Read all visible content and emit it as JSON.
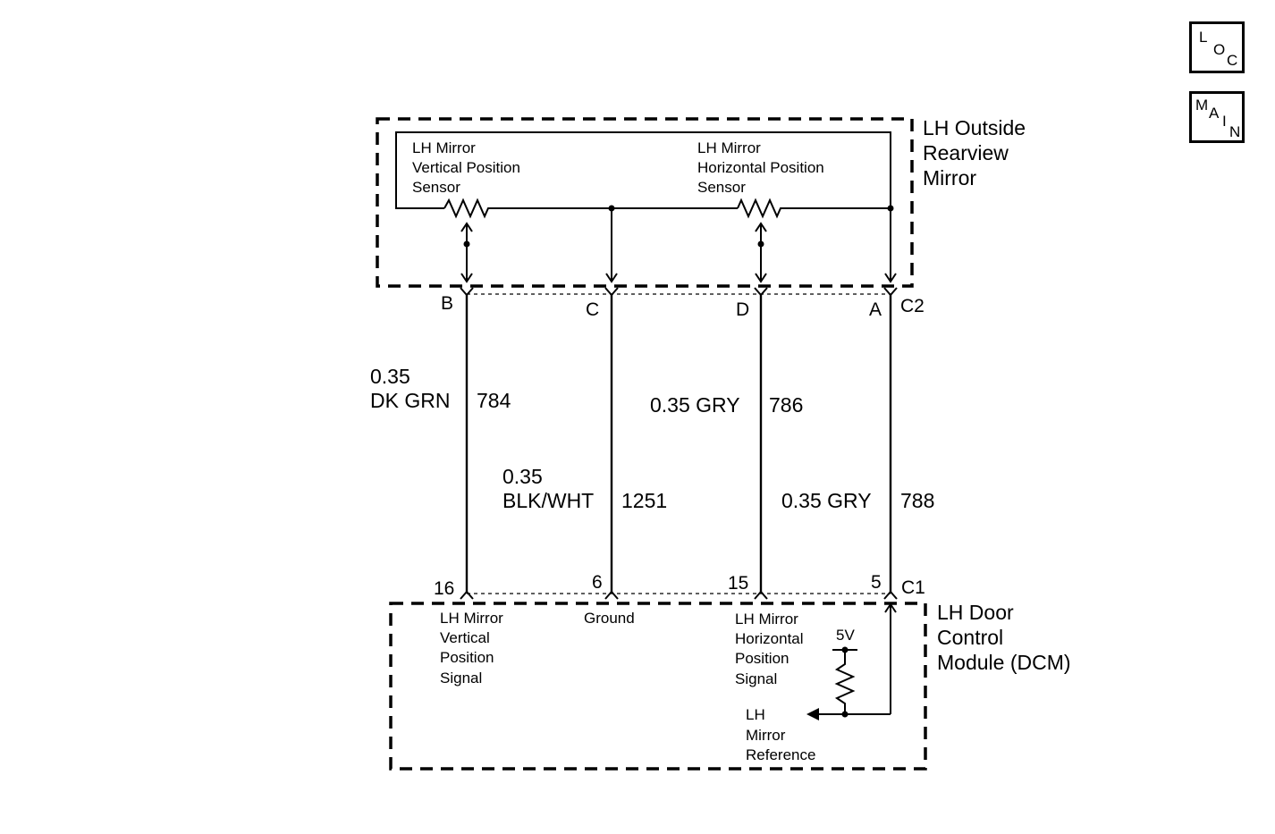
{
  "nav": {
    "loc": {
      "l1": "L",
      "l2": "O",
      "l3": "C"
    },
    "main": {
      "l1": "M",
      "l2": "A",
      "l3": "I",
      "l4": "N"
    }
  },
  "mirror": {
    "title": [
      "LH Outside",
      "Rearview",
      "Mirror"
    ],
    "vertical_sensor": [
      "LH Mirror",
      "Vertical Position",
      "Sensor"
    ],
    "horizontal_sensor": [
      "LH Mirror",
      "Horizontal Position",
      "Sensor"
    ],
    "connector": "C2",
    "pins": [
      "B",
      "C",
      "D",
      "A"
    ]
  },
  "wires": [
    {
      "size": "0.35",
      "color": "DK GRN",
      "circuit": "784"
    },
    {
      "size": "0.35",
      "color": "BLK/WHT",
      "circuit": "1251"
    },
    {
      "label": "0.35 GRY",
      "circuit": "786"
    },
    {
      "label": "0.35 GRY",
      "circuit": "788"
    }
  ],
  "dcm": {
    "title": [
      "LH Door",
      "Control",
      "Module (DCM)"
    ],
    "connector": "C1",
    "pins": [
      "16",
      "6",
      "15",
      "5"
    ],
    "vertical_signal": [
      "LH Mirror",
      "Vertical",
      "Position",
      "Signal"
    ],
    "ground": "Ground",
    "horizontal_signal": [
      "LH Mirror",
      "Horizontal",
      "Position",
      "Signal"
    ],
    "supply": "5V",
    "reference": [
      "LH",
      "Mirror",
      "Reference"
    ]
  }
}
